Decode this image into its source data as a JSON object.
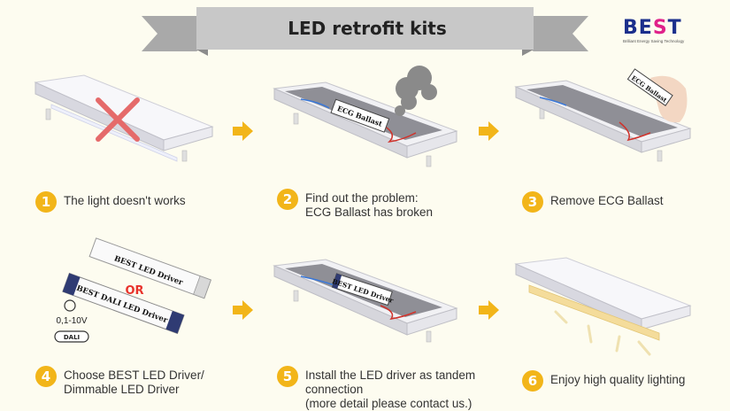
{
  "title": "LED retrofit kits",
  "brand": {
    "name_b": "B",
    "name_e": "E",
    "name_s": "S",
    "name_t": "T",
    "tagline": "Brilliant Energy Saving Technology",
    "colors": {
      "primary": "#1b2f8c",
      "accent": "#e0218a"
    }
  },
  "steps": [
    {
      "number": "1",
      "lines": [
        "The light doesn't works"
      ]
    },
    {
      "number": "2",
      "lines": [
        "Find out the problem:",
        "ECG Ballast has broken"
      ]
    },
    {
      "number": "3",
      "lines": [
        "Remove ECG Ballast"
      ]
    },
    {
      "number": "4",
      "lines": [
        "Choose BEST LED Driver/",
        "Dimmable LED Driver"
      ]
    },
    {
      "number": "5",
      "lines": [
        "Install the LED driver as tandem",
        "connection",
        "(more detail please contact us.)"
      ]
    },
    {
      "number": "6",
      "lines": [
        "Enjoy high quality lighting"
      ]
    }
  ],
  "labels": {
    "ballast": "ECG Ballast",
    "led_driver": "BEST LED Driver",
    "led_driver_short": "BEST LED Driver",
    "dali_driver": "BEST DALI LED Driver",
    "or": "OR",
    "dimming": "0,1-10V",
    "dali": "DALI"
  },
  "colors": {
    "badge": "#f2b519",
    "arrow": "#f2b519",
    "cross": "#e56a6a",
    "banner": "#c8c8c8"
  }
}
